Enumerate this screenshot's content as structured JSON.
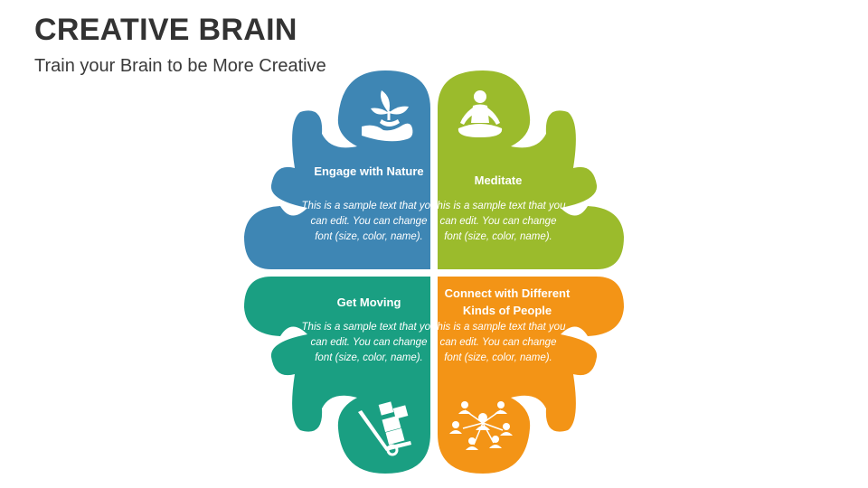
{
  "title": "CREATIVE BRAIN",
  "subtitle": "Train your Brain to be More Creative",
  "quadrants": [
    {
      "heading": "Engage with Nature",
      "body": "This is a sample text that you can edit. You can change font (size, color, name).",
      "color": "#3e86b4",
      "icon": "hand-plant-icon"
    },
    {
      "heading": "Meditate",
      "body": "This is a sample text that you can edit. You can change font (size, color, name).",
      "color": "#9bbb2c",
      "icon": "meditation-icon"
    },
    {
      "heading": "Get Moving",
      "body": "This is a sample text that you can edit. You can change font (size, color, name).",
      "color": "#1a9f82",
      "icon": "hand-truck-icon"
    },
    {
      "heading": "Connect with Different Kinds of People",
      "body": "This is a sample text that you can edit. You can change font (size, color, name).",
      "color": "#f39416",
      "icon": "people-network-icon"
    }
  ]
}
